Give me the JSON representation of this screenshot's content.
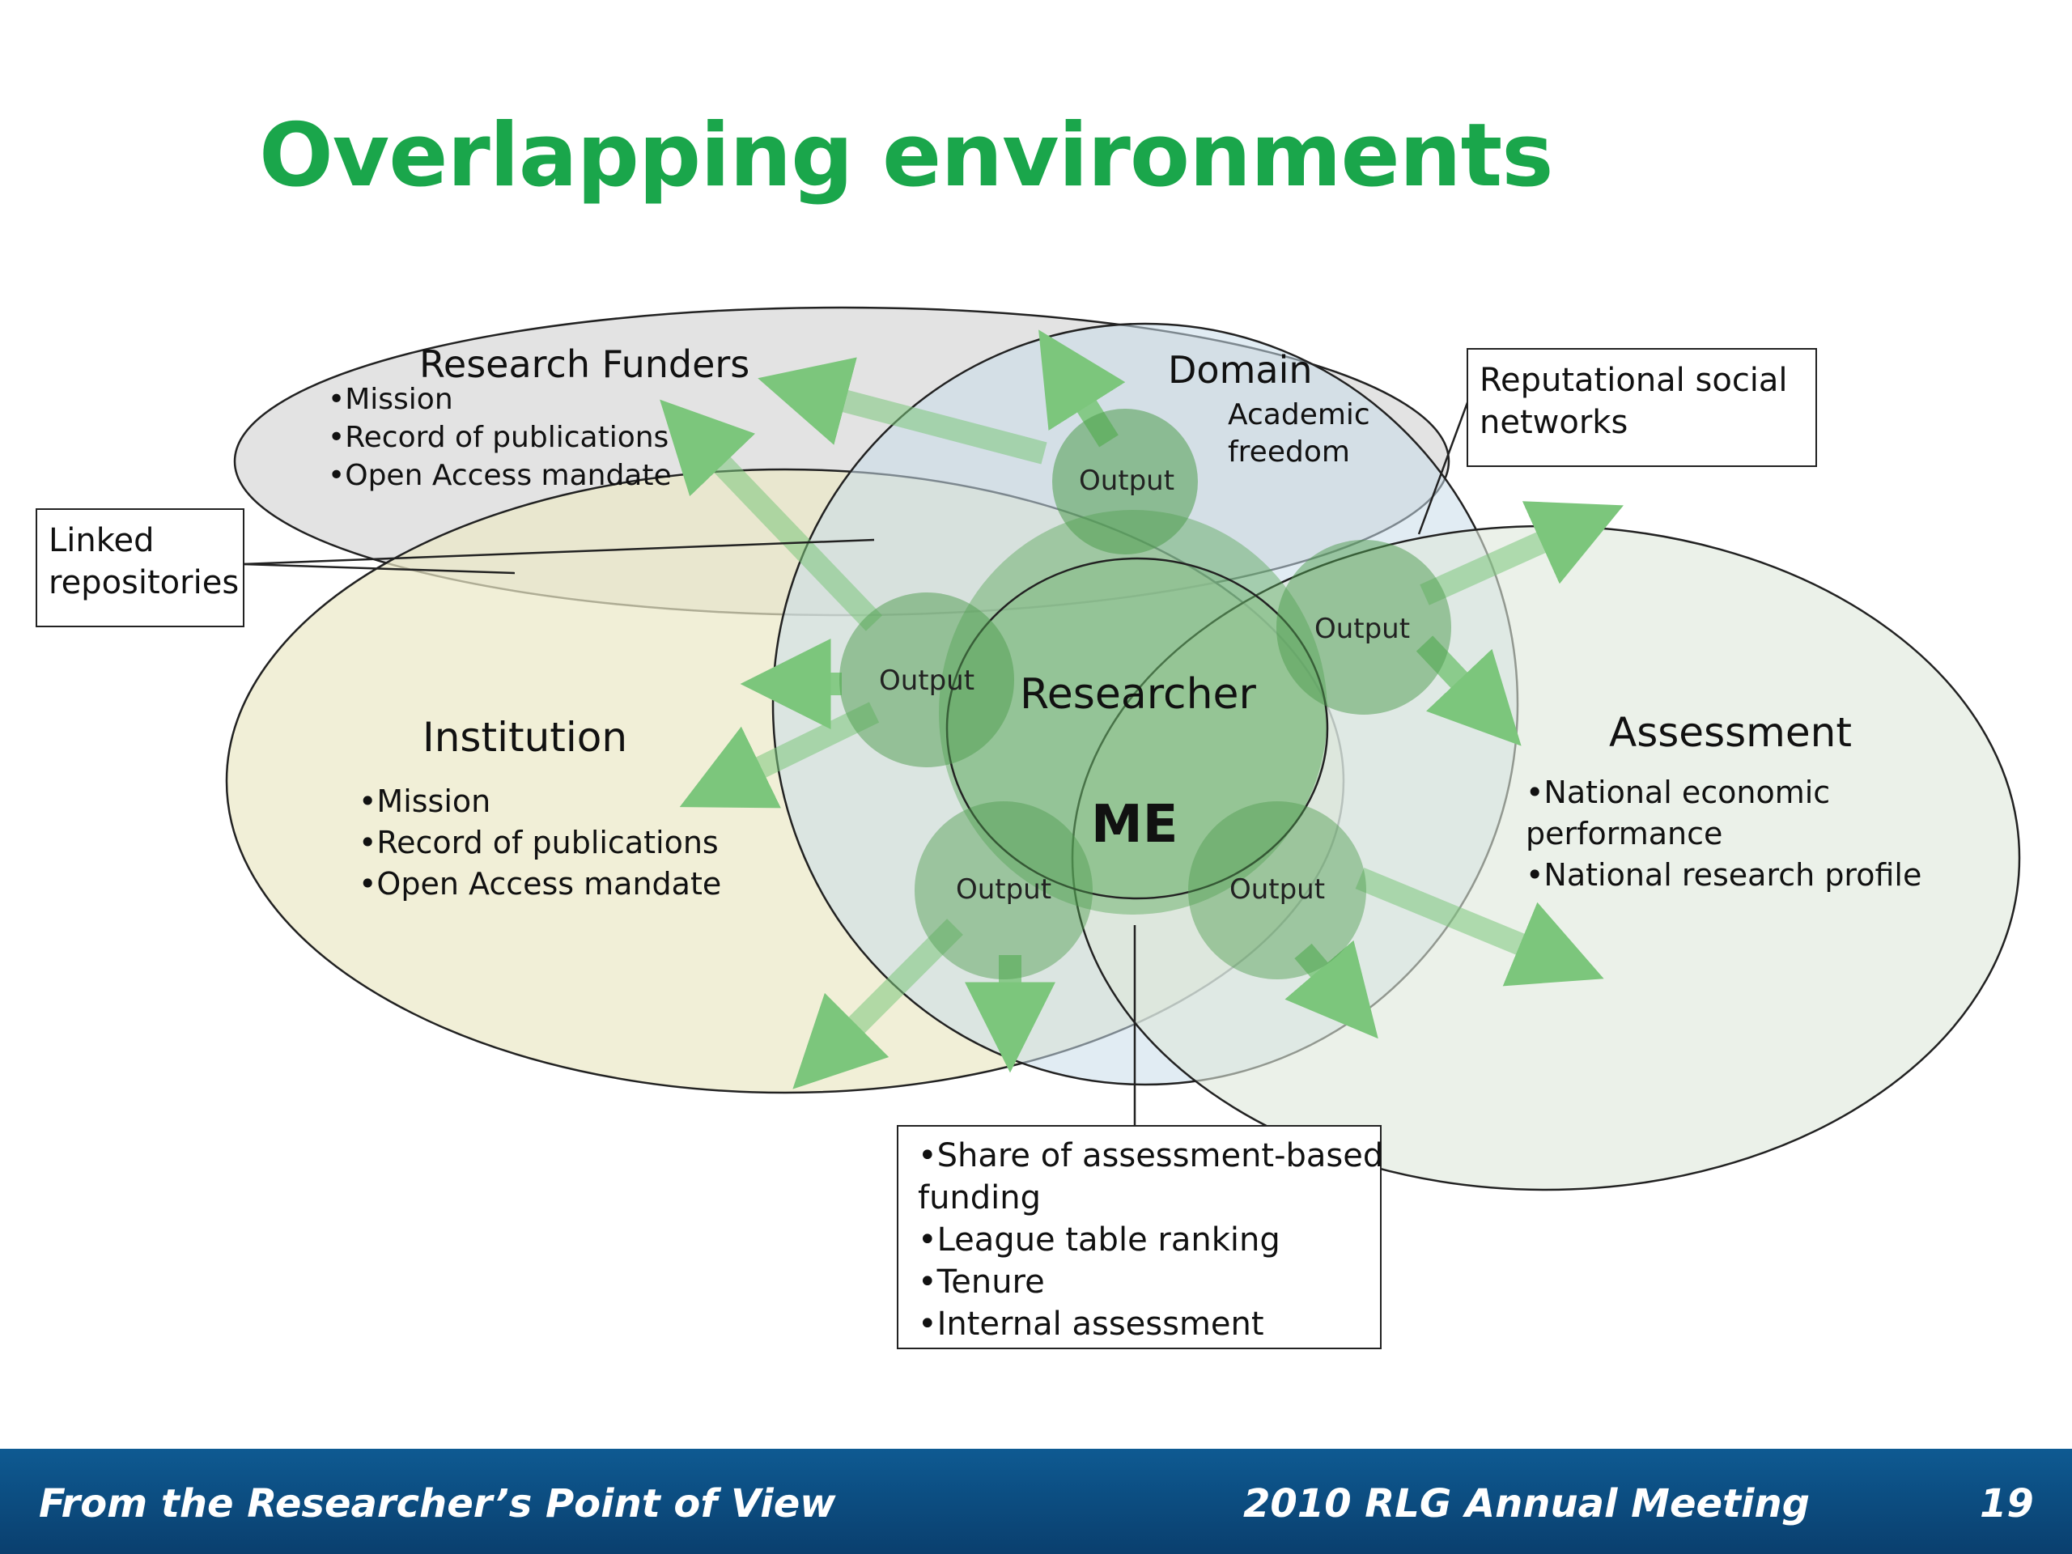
{
  "title": "Overlapping environments",
  "research_funders": {
    "heading": "Research Funders",
    "items": [
      "•Mission",
      "•Record of publications",
      "•Open Access mandate"
    ]
  },
  "domain": {
    "heading": "Domain",
    "sub": [
      "Academic",
      "freedom"
    ]
  },
  "institution": {
    "heading": "Institution",
    "items": [
      "•Mission",
      "•Record of publications",
      "•Open Access mandate"
    ]
  },
  "assessment": {
    "heading": "Assessment",
    "items": [
      "•National economic",
      "performance",
      "•National research profile"
    ]
  },
  "researcher": {
    "heading": "Researcher",
    "me": "ME"
  },
  "output_label": "Output",
  "callouts": {
    "reputational": [
      "Reputational social",
      "networks"
    ],
    "linked": [
      "Linked",
      "repositories"
    ],
    "bottom": [
      "•Share of assessment-based",
      "funding",
      "•League table ranking",
      "•Tenure",
      "•Internal assessment"
    ]
  },
  "footer": {
    "left": "From the Researcher’s Point of View",
    "center": "2010 RLG Annual Meeting",
    "page": "19"
  },
  "colors": {
    "title": "#1aa64b",
    "funders_fill": "#dadada",
    "domain_fill": "#c9dcea",
    "institution_fill": "#ebe8c6",
    "assessment_fill": "#dde8da",
    "researcher_fill": "#5aa85a",
    "arrow": "#7cc67c",
    "footer": "#0c4a80"
  }
}
